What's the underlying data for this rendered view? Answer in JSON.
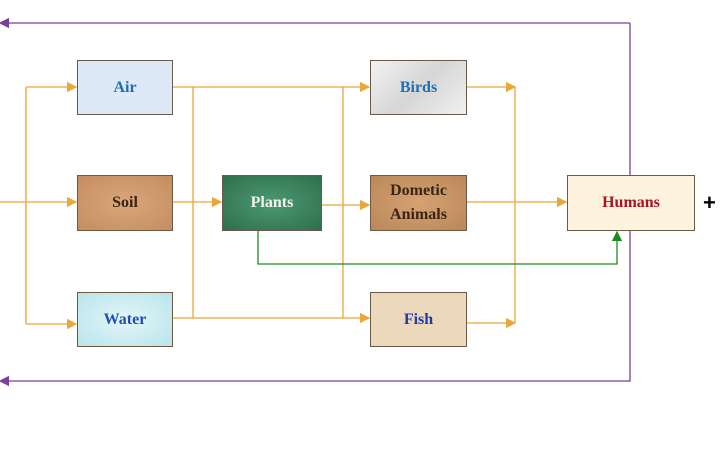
{
  "nodes": {
    "air": "Air",
    "soil": "Soil",
    "water": "Water",
    "plants": "Plants",
    "birds": "Birds",
    "domestic_animals": "Dometic Animals",
    "fish": "Fish",
    "humans": "Humans"
  },
  "plus": "+",
  "colors": {
    "flow": "#e8a83a",
    "feedback": "#7a3f9a",
    "plants_to_humans": "#1e8a1e"
  }
}
